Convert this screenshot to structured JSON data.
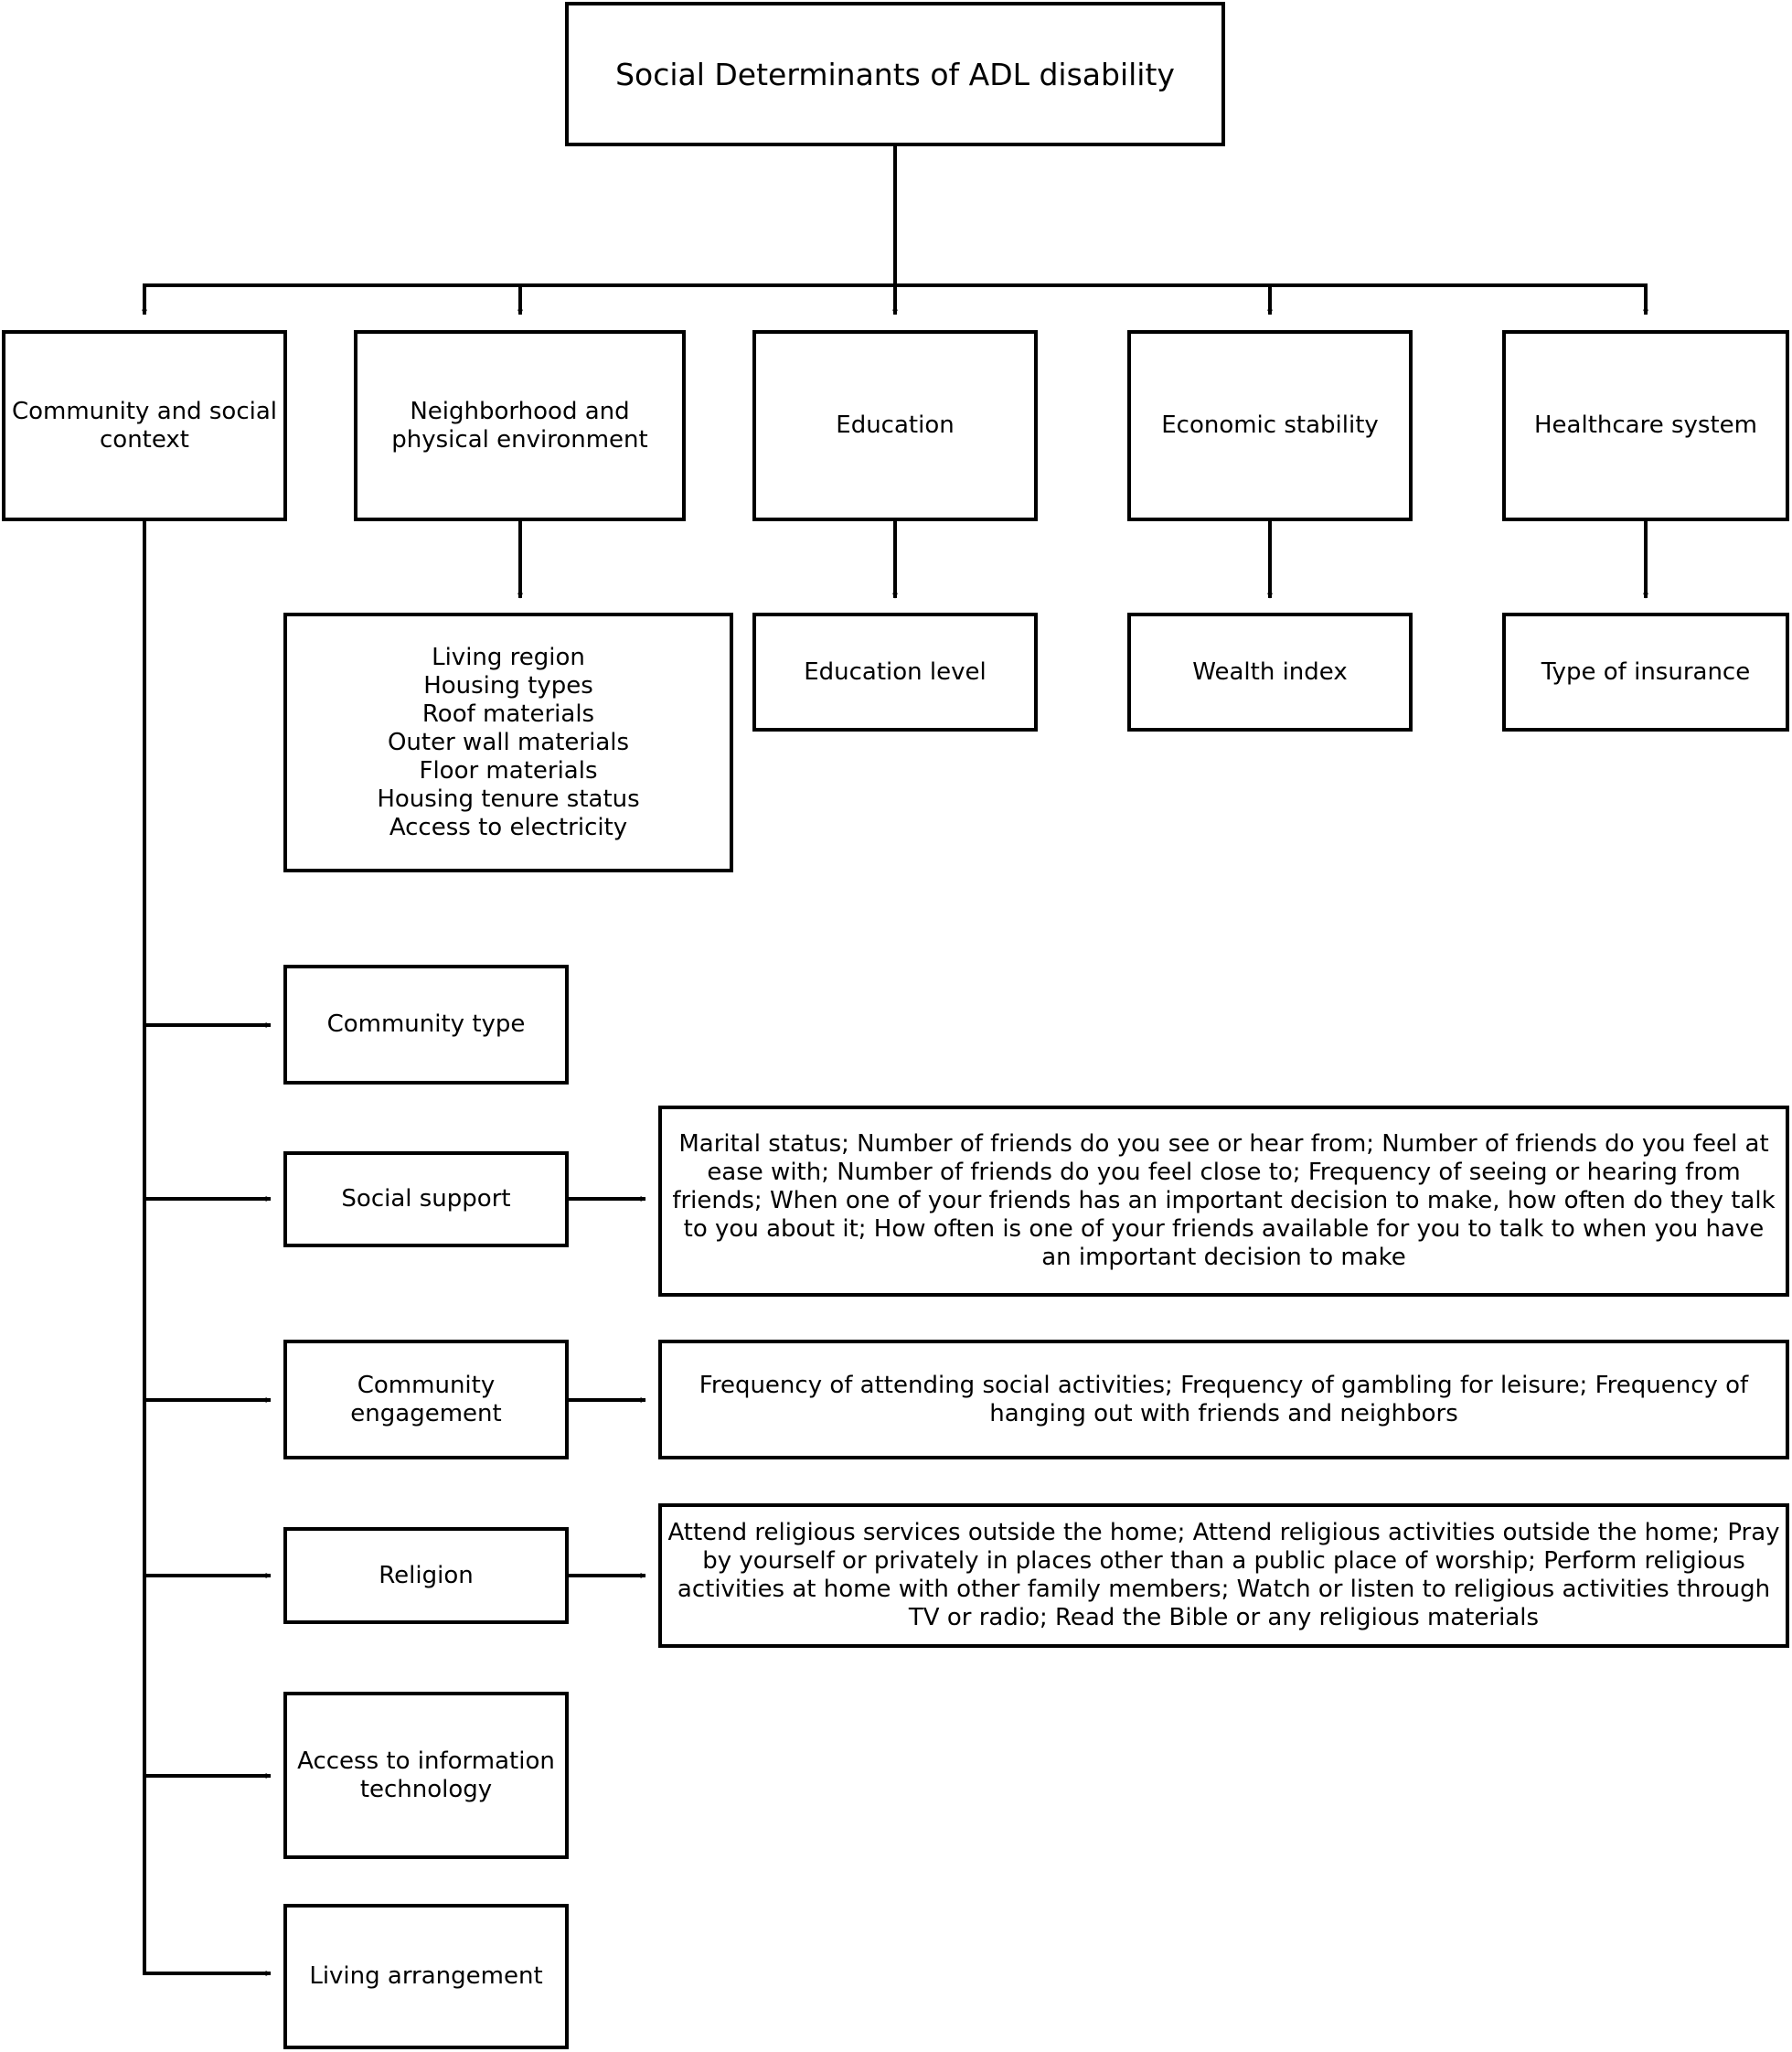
{
  "root": {
    "label": "Social Determinants of ADL disability"
  },
  "categories": {
    "community": "Community and social context",
    "neighborhood": "Neighborhood and physical environment",
    "education": "Education",
    "economic": "Economic stability",
    "healthcare": "Healthcare system"
  },
  "neighborhood_items": [
    "Living region",
    "Housing types",
    "Roof materials",
    "Outer wall materials",
    "Floor materials",
    "Housing tenure status",
    "Access to electricity"
  ],
  "leaves": {
    "education_level": "Education level",
    "wealth_index": "Wealth index",
    "insurance": "Type of insurance"
  },
  "community_items": {
    "community_type": "Community type",
    "social_support": "Social support",
    "community_engagement": "Community engagement",
    "religion": "Religion",
    "it_access": "Access to information technology",
    "living_arrangement": "Living arrangement"
  },
  "details": {
    "social_support": "Marital status; Number of friends do you see or hear from; Number of friends do you feel at ease with; Number of friends do you feel close to; Frequency of seeing or hearing from friends; When one of your friends has an important decision to make, how often do they talk to you about it; How often is one of your friends available for you to talk to when you have an important decision to make",
    "community_engagement": "Frequency of attending social activities; Frequency of gambling for leisure; Frequency of hanging out with friends and neighbors",
    "religion": "Attend religious services outside the home; Attend religious activities outside the home; Pray by yourself or privately in places other than a public place of worship; Perform religious activities at home with other family members; Watch or listen to religious activities through TV or radio; Read the Bible or any religious materials"
  }
}
